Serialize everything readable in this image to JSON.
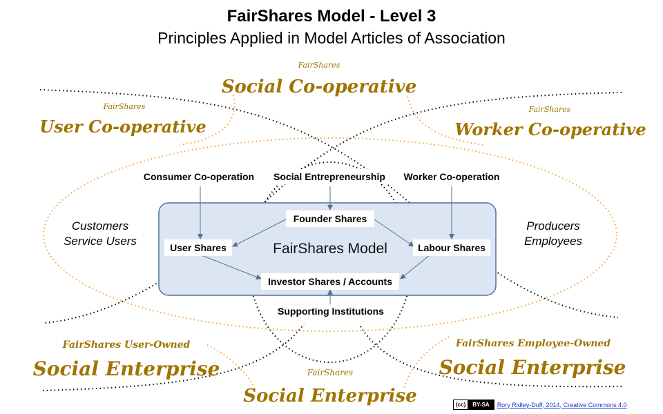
{
  "header": {
    "title": "FairShares Model - Level 3",
    "subtitle": "Principles Applied in Model Articles of Association"
  },
  "enterprise_labels": {
    "top": {
      "small": "FairShares",
      "large": "Social Co-operative"
    },
    "left_top": {
      "small": "FairShares",
      "large": "User Co-operative"
    },
    "right_top": {
      "small": "FairShares",
      "large": "Worker Co-operative"
    },
    "left_bottom": {
      "small": "FairShares User-Owned",
      "large": "Social Enterprise"
    },
    "right_bottom": {
      "small": "FairShares Employee-Owned",
      "large": "Social Enterprise"
    },
    "bottom": {
      "small": "FairShares",
      "large": "Social Enterprise"
    }
  },
  "sources": {
    "consumer": "Consumer Co-operation",
    "social": "Social Entrepreneurship",
    "worker": "Worker Co-operation",
    "supporting": "Supporting Institutions"
  },
  "shares": {
    "founder": "Founder Shares",
    "user": "User Shares",
    "labour": "Labour Shares",
    "investor": "Investor Shares / Accounts"
  },
  "model_label": "FairShares Model",
  "stakeholders": {
    "left_line1": "Customers",
    "left_line2": "Service Users",
    "right_line1": "Producers",
    "right_line2": "Employees"
  },
  "license": {
    "badge_cc": "(cc)",
    "badge_by": "BY-SA",
    "credit": "Rory Ridley-Duff, 2014, Creative Commons 4.0"
  },
  "colors": {
    "gold": "#a07400",
    "orange_dots": "#f0a030",
    "box_fill": "#dce6f2",
    "box_stroke": "#4f6fa0"
  }
}
